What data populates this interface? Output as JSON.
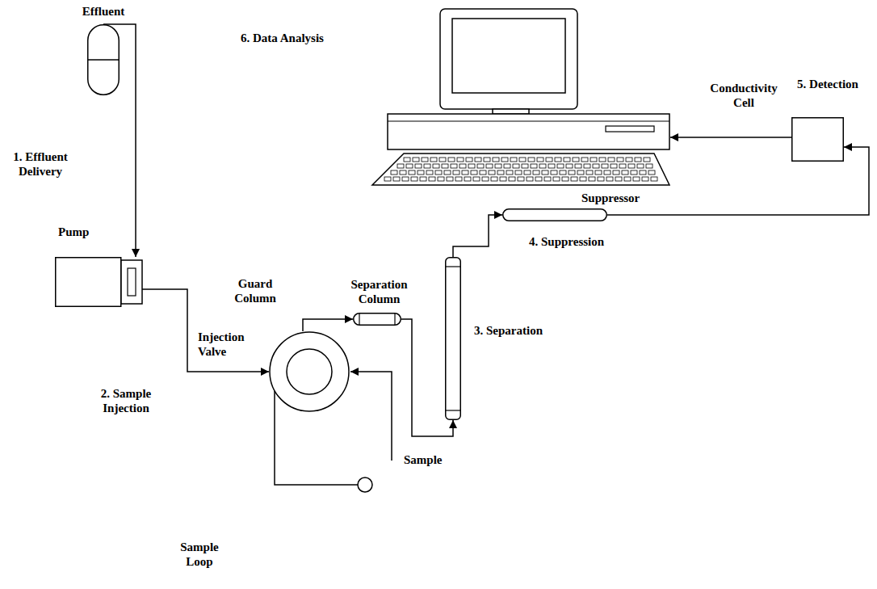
{
  "diagram": {
    "nodes": [
      {
        "text": [
          "Effluent"
        ]
      },
      {
        "text": [
          "Pump"
        ]
      },
      {
        "text": [
          "Injection Valve"
        ]
      },
      {
        "text": [
          "Separation Column"
        ]
      },
      {
        "text": [
          "3. Separation"
        ]
      },
      {
        "text": [
          "Suppressor"
        ]
      },
      {
        "text": [
          "Conductivity Cell"
        ]
      },
      {
        "text": [
          "6. Data Analysis"
        ]
      }
    ],
    "edges": [
      {
        "from": 0,
        "to": 1,
        "arrow": "to"
      },
      {
        "from": 1,
        "to": 2,
        "arrow": "to"
      },
      {
        "from": 2,
        "to": 3,
        "arrow": "to"
      },
      {
        "from": 3,
        "to": 4,
        "arrow": "to"
      },
      {
        "from": 4,
        "to": 5,
        "arrow": "to"
      },
      {
        "from": 5,
        "to": 6,
        "arrow": "to"
      },
      {
        "from": 6,
        "to": 7,
        "arrow": "to"
      }
    ],
    "labels": [
      "1. Effluent Delivery",
      "Guard Column",
      "2. Sample Injection",
      "Sample",
      "Sample Loop",
      "4. Suppression",
      "5. Detection"
    ]
  }
}
